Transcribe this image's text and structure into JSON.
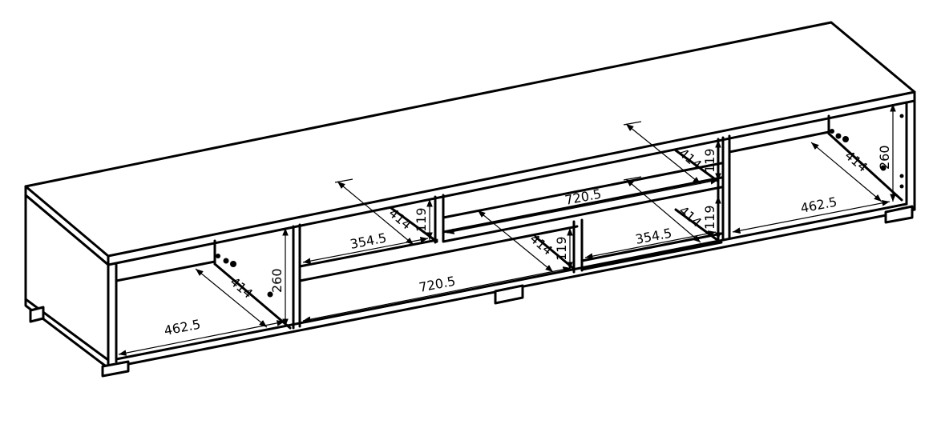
{
  "drawing": {
    "subject": "TV cabinet (low sideboard) dimension drawing",
    "colors": {
      "line": "#000000",
      "background": "#ffffff"
    },
    "dimensions": {
      "left_compartment": {
        "width": "462.5",
        "depth": "414",
        "height": "260"
      },
      "center_upper_left": {
        "width": "354.5",
        "depth": "414",
        "height": "119"
      },
      "center_upper_right_shelf": {
        "width": "720.5"
      },
      "center_lower": {
        "width": "720.5",
        "depth": "414",
        "height": "119"
      },
      "right_upper": {
        "depth": "414",
        "height": "119"
      },
      "right_lower": {
        "width": "354.5",
        "depth": "414",
        "height": "119"
      },
      "right_compartment": {
        "width": "462.5",
        "depth": "414",
        "height": "260"
      }
    }
  }
}
